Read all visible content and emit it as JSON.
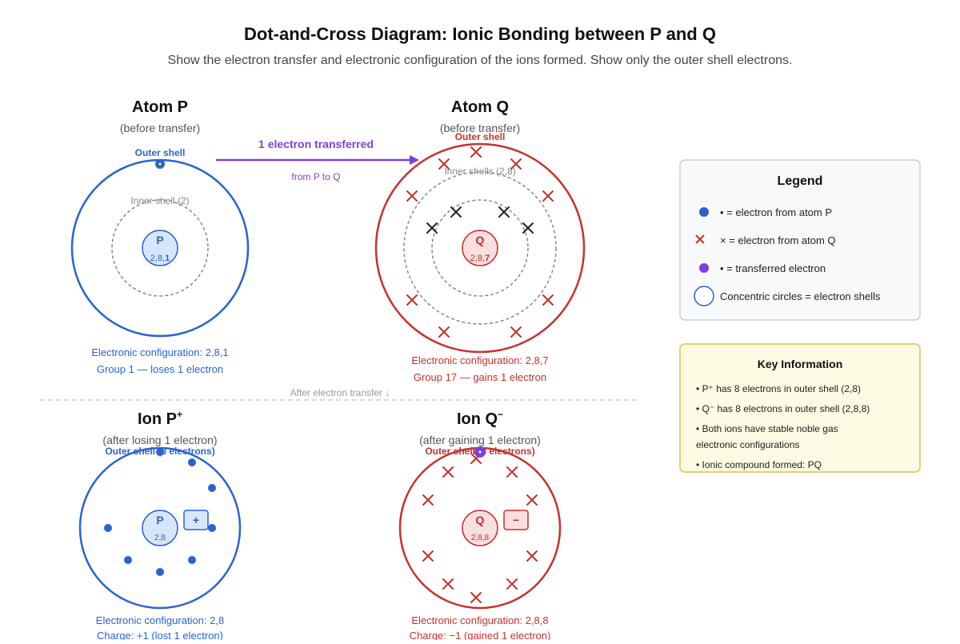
{
  "header": {
    "title": "Dot-and-Cross Diagram: Ionic Bonding between P and Q",
    "subtitle": "Show the electron transfer and electronic configuration of the ions formed. Show only the outer shell electrons."
  },
  "atom_p": {
    "title": "Atom P",
    "subtitle": "(before transfer)",
    "outer_label": "Outer shell",
    "inner_label": "Inner shell (2)",
    "nucleus_symbol": "P",
    "nucleus_config_prefix": "2,8,",
    "nucleus_config_bold": "1",
    "config_text": "Electronic configuration: 2,8,1",
    "group_text": "Group 1 — loses 1 electron"
  },
  "transfer": {
    "label": "1 electron transferred",
    "sublabel": "from P to Q"
  },
  "atom_q": {
    "title": "Atom Q",
    "subtitle": "(before transfer)",
    "outer_label": "Outer shell",
    "inner_label": "Inner shells (2,8)",
    "nucleus_symbol": "Q",
    "nucleus_config_prefix": "2,8,",
    "nucleus_config_bold": "7",
    "config_text": "Electronic configuration: 2,8,7",
    "group_text": "Group 17 — gains 1 electron"
  },
  "divider": {
    "label": "After electron transfer ↓"
  },
  "ion_p": {
    "title": "Ion P",
    "charge_sup": "+",
    "subtitle": "(after losing 1 electron)",
    "outer_label": "Outer shell (8 electrons)",
    "nucleus_symbol": "P",
    "nucleus_config": "2,8",
    "charge_box": "+",
    "config_text": "Electronic configuration: 2,8",
    "charge_text": "Charge: +1 (lost 1 electron)"
  },
  "ion_q": {
    "title": "Ion Q",
    "charge_sup": "−",
    "subtitle": "(after gaining 1 electron)",
    "outer_label": "Outer shell (8 electrons)",
    "nucleus_symbol": "Q",
    "nucleus_config": "2,8,8",
    "charge_box": "−",
    "config_text": "Electronic configuration: 2,8,8",
    "charge_text": "Charge: −1 (gained 1 electron)"
  },
  "legend": {
    "title": "Legend",
    "items": [
      {
        "icon": "blue-dot-icon",
        "text": "• = electron from atom P"
      },
      {
        "icon": "red-cross-icon",
        "text": "× = electron from atom Q"
      },
      {
        "icon": "purple-dot-icon",
        "text": "• = transferred electron"
      },
      {
        "icon": "shell-circle-icon",
        "text": "Concentric circles = electron shells"
      }
    ]
  },
  "key_info": {
    "title": "Key Information",
    "lines": [
      "• P⁺ has 8 electrons in outer shell (2,8)",
      "• Q⁻ has 8 electrons in outer shell (2,8,8)",
      "• Both ions have stable noble gas",
      "electronic configurations",
      "• Ionic compound formed: PQ"
    ]
  },
  "colors": {
    "p_blue": "#2a62d4",
    "q_red": "#c9302c",
    "transfer_purple": "#7b3fe4",
    "inner_gray": "#888888"
  }
}
